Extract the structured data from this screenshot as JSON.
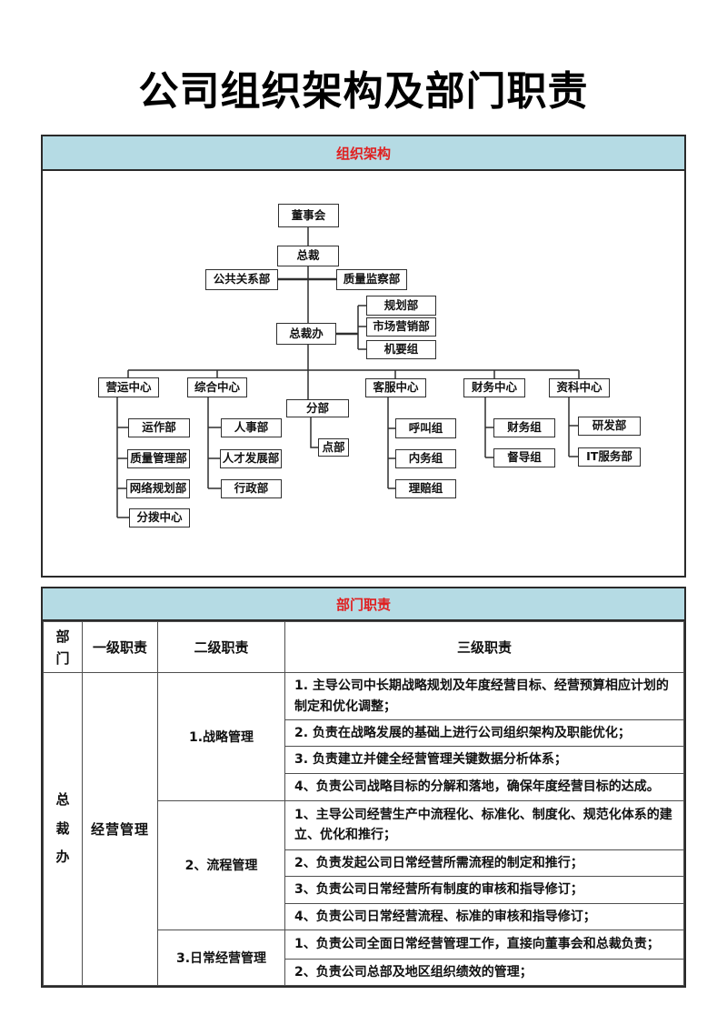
{
  "page": {
    "title": "公司组织架构及部门职责"
  },
  "colors": {
    "band_bg": "#b5dbe4",
    "band_text": "#e01f1f",
    "line": "#2f2f2f"
  },
  "org_chart": {
    "section_title": "组织架构",
    "nodes": {
      "board": "董事会",
      "president": "总裁",
      "public_relations": "公共关系部",
      "quality_supervision": "质量监察部",
      "planning": "规划部",
      "marketing": "市场营销部",
      "president_office": "总裁办",
      "confidential": "机要组",
      "operations_center": "营运中心",
      "general_center": "综合中心",
      "branch": "分部",
      "service_center": "客服中心",
      "finance_center": "财务中心",
      "data_center": "资科中心",
      "operation_dept": "运作部",
      "hr_dept": "人事部",
      "call_group": "呼叫组",
      "finance_group": "财务组",
      "rd_dept": "研发部",
      "point_dept": "点部",
      "quality_mgmt_dept": "质量管理部",
      "talent_dev_dept": "人才发展部",
      "internal_group": "内务组",
      "supervision_group": "督导组",
      "it_service_dept": "IT服务部",
      "network_planning_dept": "网络规划部",
      "admin_dept": "行政部",
      "claims_group": "理赔组",
      "dispatch_center": "分拨中心"
    }
  },
  "duties_table": {
    "section_title": "部门职责",
    "columns": {
      "dept": "部门",
      "l1": "一级职责",
      "l2": "二级职责",
      "l3": "三级职责"
    },
    "dept": "总裁办",
    "level1": "经营管理",
    "groups": [
      {
        "label": "1.战略管理",
        "items": [
          "1. 主导公司中长期战略规划及年度经营目标、经营预算相应计划的制定和优化调整；",
          "2. 负责在战略发展的基础上进行公司组织架构及职能优化；",
          "3. 负责建立并健全经营管理关键数据分析体系；",
          "4、负责公司战略目标的分解和落地，确保年度经营目标的达成。"
        ]
      },
      {
        "label": "2、流程管理",
        "items": [
          "1、主导公司经营生产中流程化、标准化、制度化、规范化体系的建立、优化和推行；",
          "2、负责发起公司日常经营所需流程的制定和推行；",
          "3、负责公司日常经营所有制度的审核和指导修订；",
          "4、负责公司日常经营流程、标准的审核和指导修订；"
        ]
      },
      {
        "label": "3.日常经营管理",
        "items": [
          "1、负责公司全面日常经营管理工作，直接向董事会和总裁负责；",
          "2、负责公司总部及地区组织绩效的管理；"
        ]
      }
    ]
  }
}
